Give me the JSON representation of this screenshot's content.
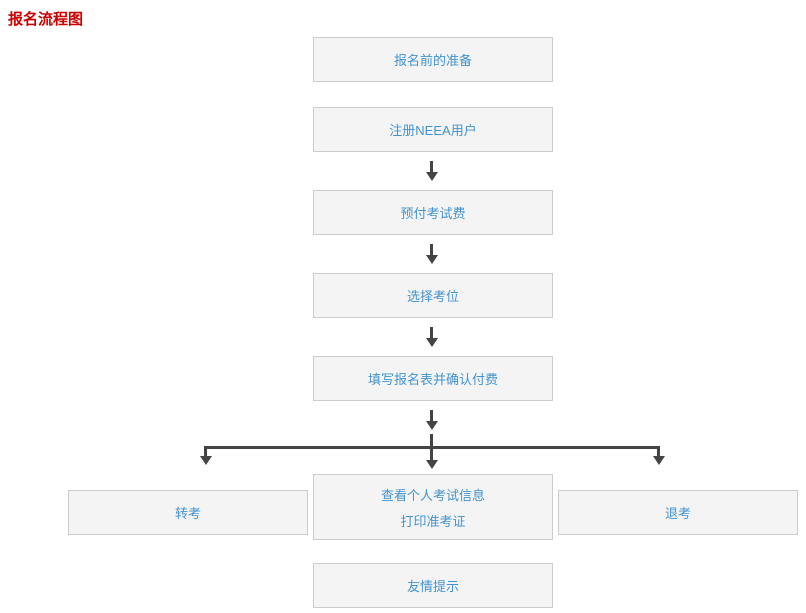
{
  "title": "报名流程图",
  "colors": {
    "title_text": "#cc0000",
    "box_text": "#4393ce",
    "box_background": "#f4f4f4",
    "box_border": "#cccccc",
    "arrow": "#444444"
  },
  "flow": {
    "steps": [
      {
        "label": "报名前的准备"
      },
      {
        "label": "注册NEEA用户"
      },
      {
        "label": "预付考试费"
      },
      {
        "label": "选择考位"
      },
      {
        "label": "填写报名表并确认付费"
      }
    ],
    "branches": {
      "left": {
        "label": "转考"
      },
      "center": {
        "line1": "查看个人考试信息",
        "line2": "打印准考证"
      },
      "right": {
        "label": "退考"
      }
    },
    "footer": {
      "label": "友情提示"
    }
  }
}
